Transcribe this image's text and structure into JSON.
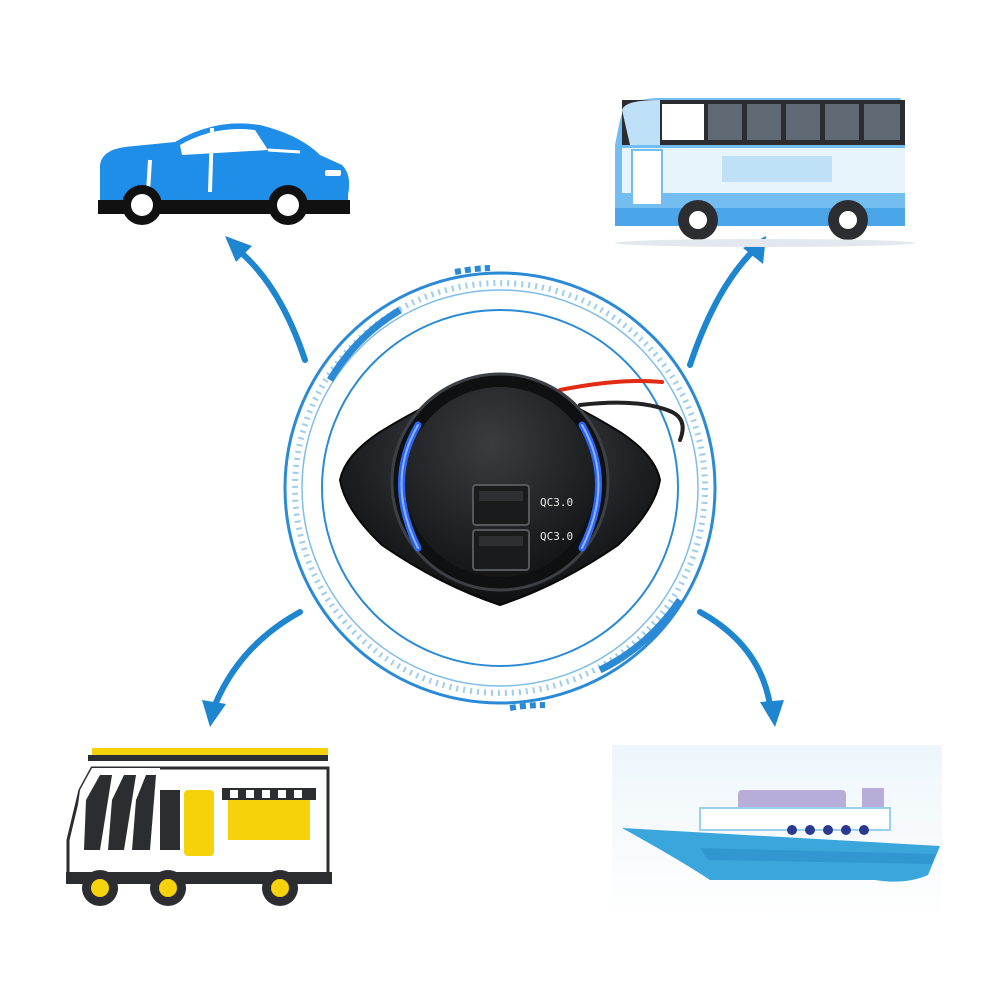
{
  "charger": {
    "port_top_label": "QC3.0",
    "port_bottom_label": "QC3.0",
    "ring_color": "#2a8ad6",
    "led_color": "#2f6bff",
    "wire_positive_color": "#e22b12",
    "wire_negative_color": "#222222"
  },
  "vehicles": [
    {
      "name": "car",
      "icon": "car-icon",
      "color": "#1e8ee8"
    },
    {
      "name": "bus",
      "icon": "bus-icon",
      "color": "#74bdf0"
    },
    {
      "name": "rv",
      "icon": "rv-icon",
      "color": "#f5d20a"
    },
    {
      "name": "ship",
      "icon": "ship-icon",
      "color": "#3aa6dc"
    }
  ],
  "arrow_color": "#1d86cf"
}
